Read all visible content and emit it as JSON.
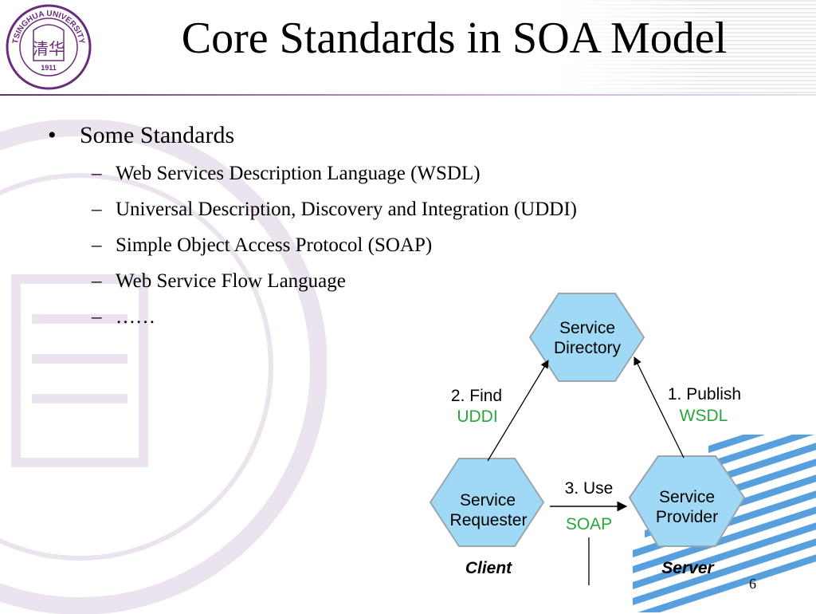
{
  "slide": {
    "title": "Core Standards in SOA Model",
    "page_number": "6",
    "logo": {
      "text_top": "TSINGHUA UNIVERSITY",
      "year": "1911",
      "glyph": "清华"
    }
  },
  "bullets": {
    "main": {
      "bullet": "•",
      "text": "Some Standards"
    },
    "sub_marker": "–",
    "sub": [
      "Web Services Description Language (WSDL)",
      "Universal Description, Discovery and Integration (UDDI)",
      "Simple Object Access Protocol (SOAP)",
      "Web Service Flow Language",
      "……"
    ]
  },
  "diagram": {
    "colors": {
      "hex_fill": "#9fd9f5",
      "hex_stroke": "#9aa6ad",
      "proto": "#2aa53c",
      "arrow": "#000000"
    },
    "nodes": {
      "directory": {
        "line1": "Service",
        "line2": "Directory"
      },
      "requester": {
        "line1": "Service",
        "line2": "Requester",
        "role": "Client"
      },
      "provider": {
        "line1": "Service",
        "line2": "Provider",
        "role": "Server"
      }
    },
    "edges": {
      "find": {
        "label": "2. Find",
        "protocol": "UDDI"
      },
      "publish": {
        "label": "1. Publish",
        "protocol": "WSDL"
      },
      "use": {
        "label": "3. Use",
        "protocol": "SOAP"
      }
    }
  }
}
